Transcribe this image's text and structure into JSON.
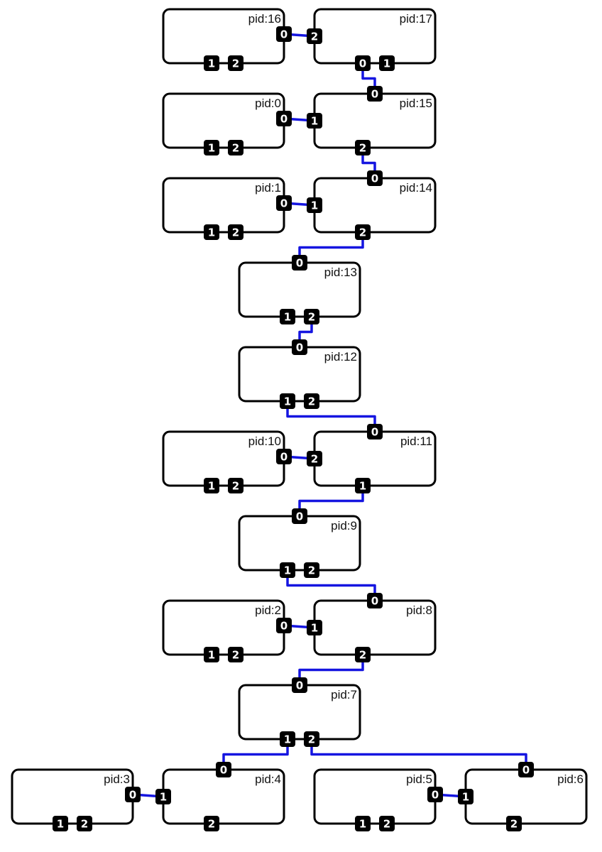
{
  "colors": {
    "edge": "#1515e0",
    "port": "#000000",
    "port_text": "#ffffff",
    "node_border": "#000000"
  },
  "nodes": [
    {
      "id": "16",
      "label": "pid:16",
      "ports": [
        {
          "label": "0",
          "side": "right"
        },
        {
          "label": "1",
          "side": "bottom"
        },
        {
          "label": "2",
          "side": "bottom"
        }
      ]
    },
    {
      "id": "17",
      "label": "pid:17",
      "ports": [
        {
          "label": "2",
          "side": "left"
        },
        {
          "label": "0",
          "side": "bottom"
        },
        {
          "label": "1",
          "side": "bottom"
        }
      ]
    },
    {
      "id": "0",
      "label": "pid:0",
      "ports": [
        {
          "label": "0",
          "side": "right"
        },
        {
          "label": "1",
          "side": "bottom"
        },
        {
          "label": "2",
          "side": "bottom"
        }
      ]
    },
    {
      "id": "15",
      "label": "pid:15",
      "ports": [
        {
          "label": "0",
          "side": "top"
        },
        {
          "label": "1",
          "side": "left"
        },
        {
          "label": "2",
          "side": "bottom"
        }
      ]
    },
    {
      "id": "1",
      "label": "pid:1",
      "ports": [
        {
          "label": "0",
          "side": "right"
        },
        {
          "label": "1",
          "side": "bottom"
        },
        {
          "label": "2",
          "side": "bottom"
        }
      ]
    },
    {
      "id": "14",
      "label": "pid:14",
      "ports": [
        {
          "label": "0",
          "side": "top"
        },
        {
          "label": "1",
          "side": "left"
        },
        {
          "label": "2",
          "side": "bottom"
        }
      ]
    },
    {
      "id": "13",
      "label": "pid:13",
      "ports": [
        {
          "label": "0",
          "side": "top"
        },
        {
          "label": "1",
          "side": "bottom"
        },
        {
          "label": "2",
          "side": "bottom"
        }
      ]
    },
    {
      "id": "12",
      "label": "pid:12",
      "ports": [
        {
          "label": "0",
          "side": "top"
        },
        {
          "label": "1",
          "side": "bottom"
        },
        {
          "label": "2",
          "side": "bottom"
        }
      ]
    },
    {
      "id": "10",
      "label": "pid:10",
      "ports": [
        {
          "label": "0",
          "side": "right"
        },
        {
          "label": "1",
          "side": "bottom"
        },
        {
          "label": "2",
          "side": "bottom"
        }
      ]
    },
    {
      "id": "11",
      "label": "pid:11",
      "ports": [
        {
          "label": "0",
          "side": "top"
        },
        {
          "label": "2",
          "side": "left"
        },
        {
          "label": "1",
          "side": "bottom"
        }
      ]
    },
    {
      "id": "9",
      "label": "pid:9",
      "ports": [
        {
          "label": "0",
          "side": "top"
        },
        {
          "label": "1",
          "side": "bottom"
        },
        {
          "label": "2",
          "side": "bottom"
        }
      ]
    },
    {
      "id": "2",
      "label": "pid:2",
      "ports": [
        {
          "label": "0",
          "side": "right"
        },
        {
          "label": "1",
          "side": "bottom"
        },
        {
          "label": "2",
          "side": "bottom"
        }
      ]
    },
    {
      "id": "8",
      "label": "pid:8",
      "ports": [
        {
          "label": "0",
          "side": "top"
        },
        {
          "label": "1",
          "side": "left"
        },
        {
          "label": "2",
          "side": "bottom"
        }
      ]
    },
    {
      "id": "7",
      "label": "pid:7",
      "ports": [
        {
          "label": "0",
          "side": "top"
        },
        {
          "label": "1",
          "side": "bottom"
        },
        {
          "label": "2",
          "side": "bottom"
        }
      ]
    },
    {
      "id": "3",
      "label": "pid:3",
      "ports": [
        {
          "label": "0",
          "side": "right"
        },
        {
          "label": "1",
          "side": "bottom"
        },
        {
          "label": "2",
          "side": "bottom"
        }
      ]
    },
    {
      "id": "4",
      "label": "pid:4",
      "ports": [
        {
          "label": "0",
          "side": "top"
        },
        {
          "label": "1",
          "side": "left"
        },
        {
          "label": "2",
          "side": "bottom"
        }
      ]
    },
    {
      "id": "5",
      "label": "pid:5",
      "ports": [
        {
          "label": "0",
          "side": "right"
        },
        {
          "label": "1",
          "side": "bottom"
        },
        {
          "label": "2",
          "side": "bottom"
        }
      ]
    },
    {
      "id": "6",
      "label": "pid:6",
      "ports": [
        {
          "label": "0",
          "side": "top"
        },
        {
          "label": "1",
          "side": "left"
        },
        {
          "label": "2",
          "side": "bottom"
        }
      ]
    }
  ],
  "edges": [
    {
      "from": "16",
      "from_port": "0",
      "to": "17",
      "to_port": "2"
    },
    {
      "from": "17",
      "from_port": "0",
      "to": "15",
      "to_port": "0"
    },
    {
      "from": "0",
      "from_port": "0",
      "to": "15",
      "to_port": "1"
    },
    {
      "from": "15",
      "from_port": "2",
      "to": "14",
      "to_port": "0"
    },
    {
      "from": "1",
      "from_port": "0",
      "to": "14",
      "to_port": "1"
    },
    {
      "from": "14",
      "from_port": "2",
      "to": "13",
      "to_port": "0"
    },
    {
      "from": "13",
      "from_port": "2",
      "to": "12",
      "to_port": "0"
    },
    {
      "from": "12",
      "from_port": "1",
      "to": "11",
      "to_port": "0"
    },
    {
      "from": "10",
      "from_port": "0",
      "to": "11",
      "to_port": "2"
    },
    {
      "from": "11",
      "from_port": "1",
      "to": "9",
      "to_port": "0"
    },
    {
      "from": "9",
      "from_port": "1",
      "to": "8",
      "to_port": "0"
    },
    {
      "from": "2",
      "from_port": "0",
      "to": "8",
      "to_port": "1"
    },
    {
      "from": "8",
      "from_port": "2",
      "to": "7",
      "to_port": "0"
    },
    {
      "from": "7",
      "from_port": "1",
      "to": "4",
      "to_port": "0"
    },
    {
      "from": "7",
      "from_port": "2",
      "to": "6",
      "to_port": "0"
    },
    {
      "from": "3",
      "from_port": "0",
      "to": "4",
      "to_port": "1"
    },
    {
      "from": "5",
      "from_port": "0",
      "to": "6",
      "to_port": "1"
    }
  ]
}
